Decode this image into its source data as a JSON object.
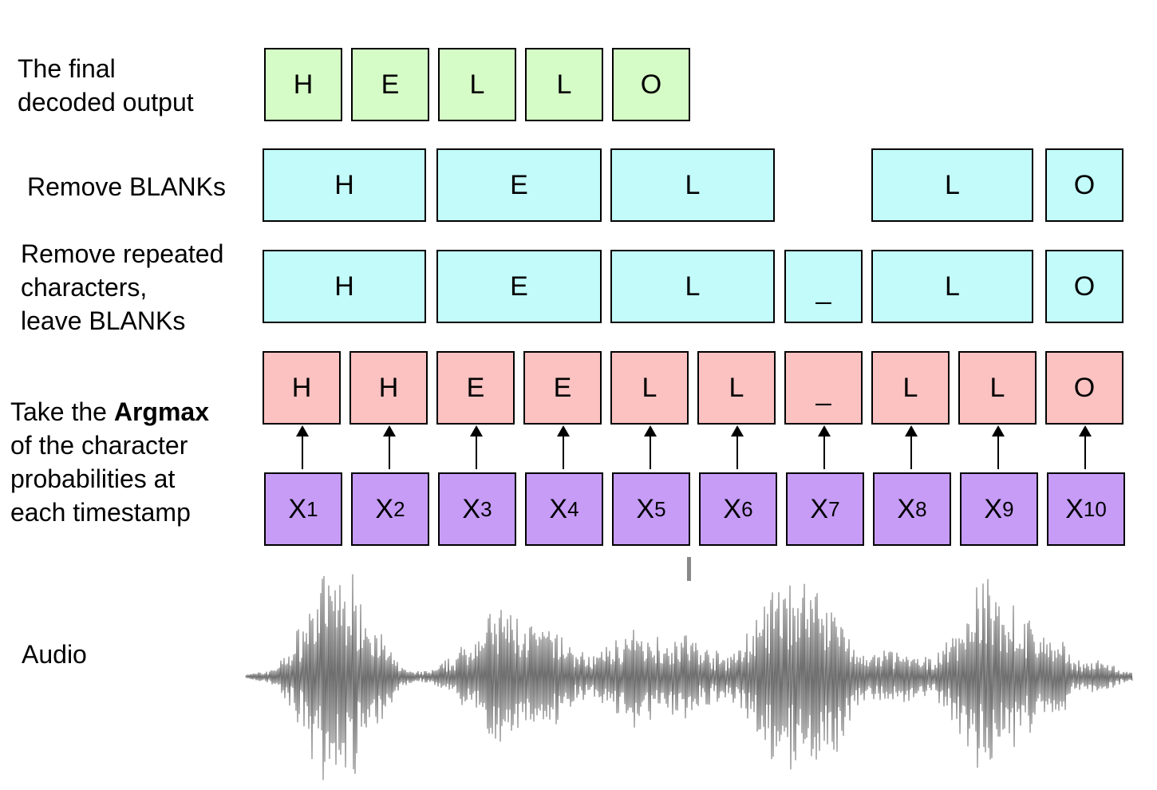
{
  "labels": {
    "final_1": "The final",
    "final_2": "decoded output",
    "remove_blanks": "Remove BLANKs",
    "remove_repeated_1": "Remove repeated",
    "remove_repeated_2": "characters,",
    "remove_repeated_3": "leave BLANKs",
    "argmax_pre": "Take the ",
    "argmax_bold": "Argmax",
    "argmax_2": "of the character",
    "argmax_3": "probabilities at",
    "argmax_4": "each timestamp",
    "audio": "Audio"
  },
  "final_output": [
    "H",
    "E",
    "L",
    "L",
    "O"
  ],
  "remove_blanks_row": [
    "H",
    "E",
    "L",
    "L",
    "O"
  ],
  "remove_repeated_row": [
    "H",
    "E",
    "L",
    "_",
    "L",
    "O"
  ],
  "argmax_row": [
    "H",
    "H",
    "E",
    "E",
    "L",
    "L",
    "_",
    "L",
    "L",
    "O"
  ],
  "timesteps": [
    {
      "base": "X",
      "sub": "1"
    },
    {
      "base": "X",
      "sub": "2"
    },
    {
      "base": "X",
      "sub": "3"
    },
    {
      "base": "X",
      "sub": "4"
    },
    {
      "base": "X",
      "sub": "5"
    },
    {
      "base": "X",
      "sub": "6"
    },
    {
      "base": "X",
      "sub": "7"
    },
    {
      "base": "X",
      "sub": "8"
    },
    {
      "base": "X",
      "sub": "9"
    },
    {
      "base": "X",
      "sub": "10"
    }
  ],
  "colors": {
    "final": "#d5fcc6",
    "collapsed": "#c3fafa",
    "argmax": "#fbc2c1",
    "input": "#c69cf7",
    "waveform": "#555555"
  }
}
